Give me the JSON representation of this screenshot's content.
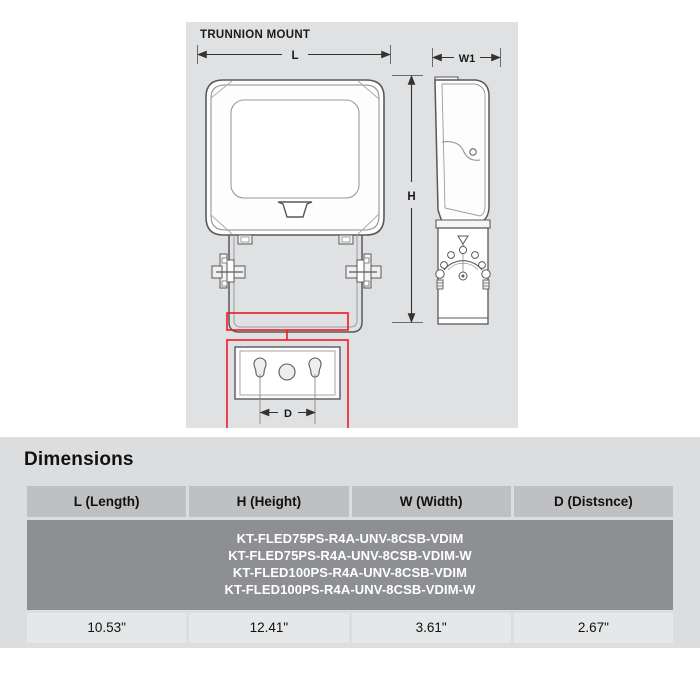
{
  "drawing": {
    "panel_label": "TRUNNION MOUNT",
    "dimension_labels": {
      "length": "L",
      "height": "H",
      "width": "W1",
      "distance": "D"
    },
    "callout_color": "#ec1c24",
    "line_color": "#58595b",
    "panel_bg": "#e0e1e3"
  },
  "dimensions": {
    "title": "Dimensions",
    "headers": [
      "L (Length)",
      "H (Height)",
      "W (Width)",
      "D (Distsnce)"
    ],
    "models": [
      "KT-FLED75PS-R4A-UNV-8CSB-VDIM",
      "KT-FLED75PS-R4A-UNV-8CSB-VDIM-W",
      "KT-FLED100PS-R4A-UNV-8CSB-VDIM",
      "KT-FLED100PS-R4A-UNV-8CSB-VDIM-W"
    ],
    "values": [
      "10.53\"",
      "12.41\"",
      "3.61\"",
      "2.67\""
    ],
    "colors": {
      "section_bg": "#dcdddf",
      "header_bg": "#bfc0c2",
      "model_bg": "#8d8f92",
      "value_bg": "#e6e7e8"
    }
  }
}
